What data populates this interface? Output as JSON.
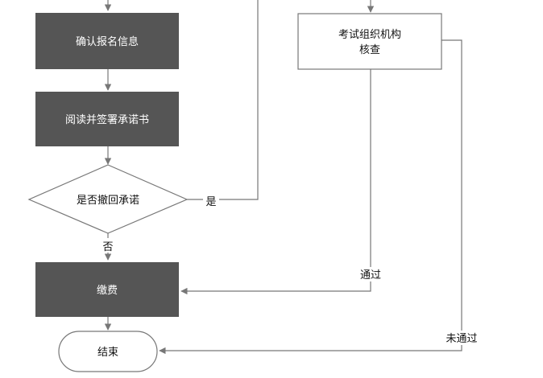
{
  "flowchart": {
    "nodes": {
      "confirm": "确认报名信息",
      "read_sign": "阅读并签署承诺书",
      "decision": "是否撤回承诺",
      "pay": "缴费",
      "end": "结束",
      "review_line1": "考试组织机构",
      "review_line2": "核查"
    },
    "edges": {
      "yes": "是",
      "no": "否",
      "pass": "通过",
      "fail": "未通过"
    }
  },
  "colors": {
    "dark_box": "#555555",
    "dark_box_text": "#ffffff",
    "line": "#777777"
  }
}
